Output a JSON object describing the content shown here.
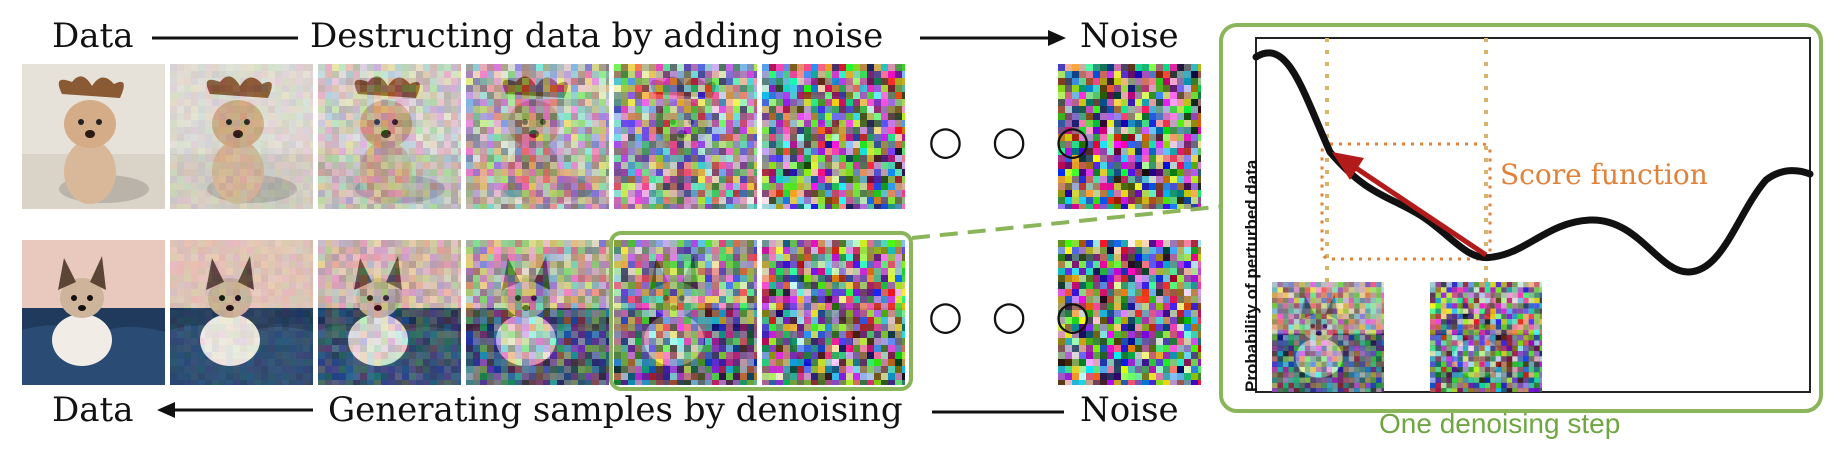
{
  "top_row": {
    "left_label": "Data",
    "middle_label": "Destructing data by adding noise",
    "right_label": "Noise"
  },
  "bottom_row": {
    "left_label": "Data",
    "middle_label": "Generating samples by denoising",
    "right_label": "Noise"
  },
  "ellipsis": "○ ○ ○",
  "inset": {
    "y_axis_label": "Probability of perturbed data",
    "score_label": "Score function",
    "caption": "One denoising step"
  },
  "colors": {
    "green": "#8ab55a",
    "orange": "#e0823a",
    "red": "#b31b1b",
    "dotted_tan": "#d8b36a"
  },
  "images": {
    "top_dog_noise_levels": [
      0.0,
      0.08,
      0.22,
      0.45,
      0.7,
      0.92,
      1.0
    ],
    "bottom_dog_noise_levels": [
      0.0,
      0.08,
      0.22,
      0.45,
      0.7,
      0.92,
      1.0
    ]
  }
}
